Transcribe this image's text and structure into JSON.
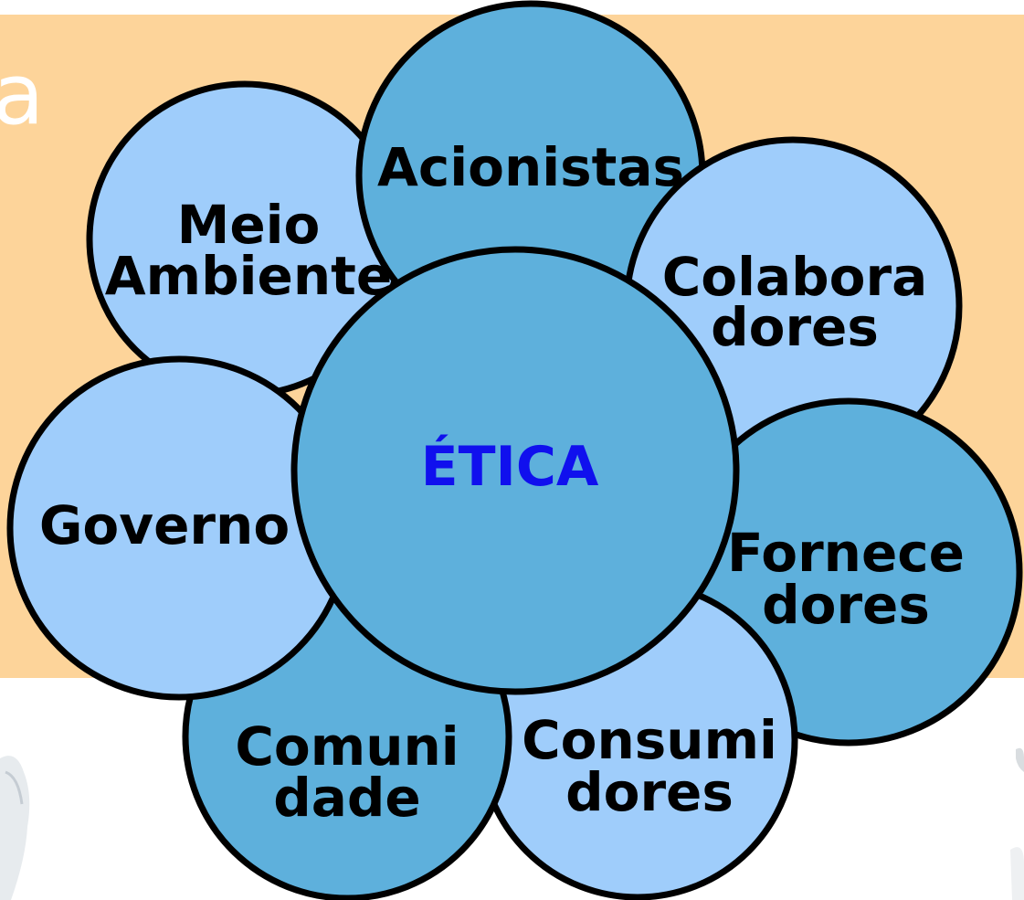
{
  "colors": {
    "background_band": "#fdd49a",
    "light_circle": "#9fcdfb",
    "dark_circle": "#5eb0dc",
    "center_text": "#1010ee",
    "outline": "#000000"
  },
  "slide": {
    "title_fragment": "a"
  },
  "diagram": {
    "center": {
      "label": "ÉTICA"
    },
    "nodes": {
      "meio_ambiente": {
        "line1": "Meio",
        "line2": "Ambiente"
      },
      "acionistas": {
        "line1": "Acionistas"
      },
      "colaboradores": {
        "line1": "Colabora",
        "line2": "dores"
      },
      "governo": {
        "line1": "Governo"
      },
      "fornecedores": {
        "line1": "Fornece",
        "line2": "dores"
      },
      "comunidade": {
        "line1": "Comuni",
        "line2": "dade"
      },
      "consumidores": {
        "line1": "Consumi",
        "line2": "dores"
      }
    }
  }
}
